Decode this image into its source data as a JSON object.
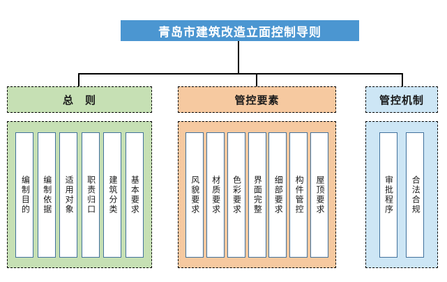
{
  "title": "青岛市建筑改造立面控制导则",
  "colors": {
    "root_bg": "#4B96D1",
    "root_text": "#FFFFFF",
    "green_fill": "#C6E0B4",
    "orange_fill": "#F6C9A0",
    "blue_fill": "#CDE6F5",
    "item_border": "#41719C",
    "connector": "#000000"
  },
  "groups": [
    {
      "label": "总　则",
      "items": [
        "编制目的",
        "编制依据",
        "适用对象",
        "职责归口",
        "建筑分类",
        "基本要求"
      ]
    },
    {
      "label": "管控要素",
      "items": [
        "风貌要求",
        "材质要求",
        "色彩要求",
        "界面完整",
        "细部要求",
        "构件管控",
        "屋顶要求"
      ]
    },
    {
      "label": "管控机制",
      "items": [
        "审批程序",
        "合法合规"
      ]
    }
  ]
}
